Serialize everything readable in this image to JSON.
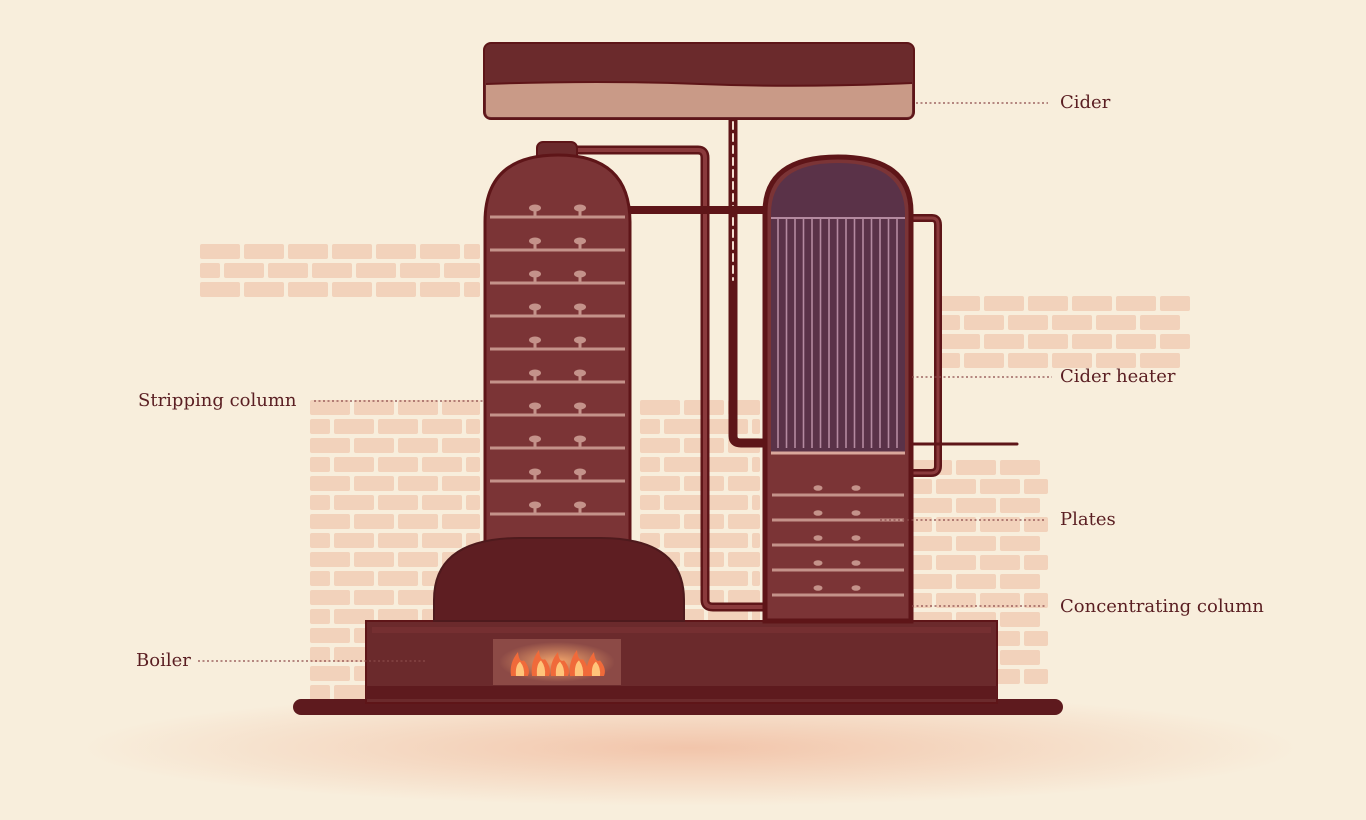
{
  "labels": {
    "cider": "Cider",
    "cider_heater": "Cider heater",
    "stripping_column": "Stripping column",
    "plates": "Plates",
    "concentrating_column": "Concentrating column",
    "boiler": "Boiler"
  },
  "colors": {
    "background": "#f8eedc",
    "structure": "#6b2a2c",
    "structure_dark": "#4e1a1d",
    "outline": "#5e1518",
    "cider_liquid": "#c99a87",
    "heater_fill": "#5a3248",
    "brick": "#f0c9b0",
    "flame": "#f06a3a",
    "label_text": "#5a1e22",
    "leader_line": "#8a4a4a"
  },
  "icons": {
    "fire": "flame-icon"
  }
}
